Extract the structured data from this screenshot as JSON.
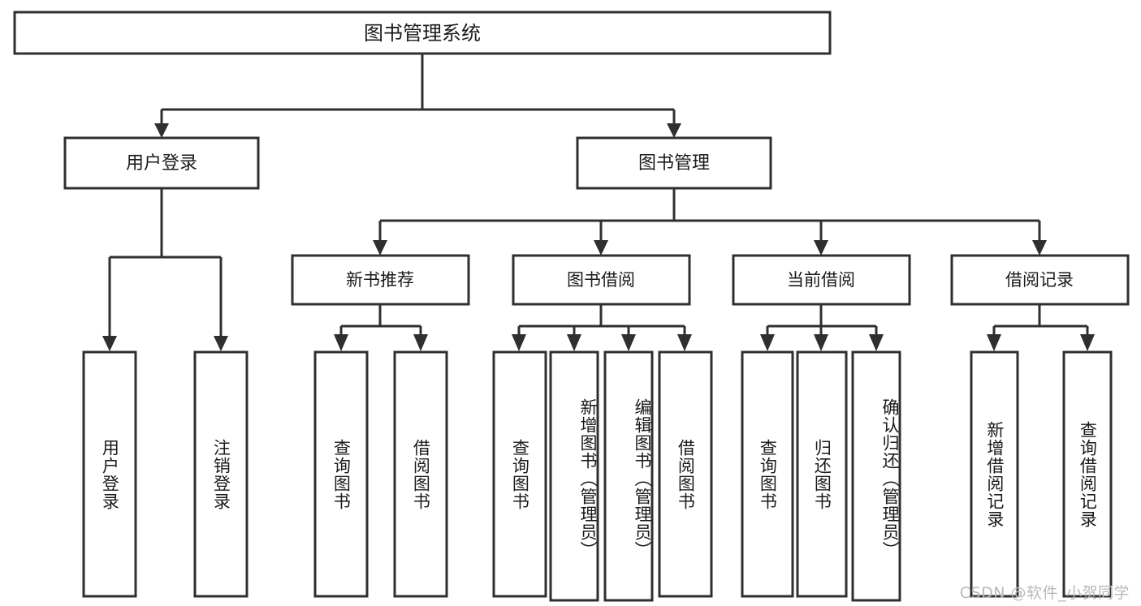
{
  "diagram": {
    "title": "图书管理系统",
    "type": "hierarchy-tree",
    "orientation": "top-down",
    "colors": {
      "box_stroke": "#2f2f2f",
      "box_fill": "#ffffff",
      "connector": "#2f2f2f",
      "text": "#1a1a1a",
      "background": "#ffffff",
      "watermark": "#b9b9b9"
    }
  },
  "root": {
    "label": "图书管理系统"
  },
  "level2": [
    {
      "label": "用户登录"
    },
    {
      "label": "图书管理"
    }
  ],
  "level3": [
    {
      "label": "新书推荐"
    },
    {
      "label": "图书借阅"
    },
    {
      "label": "当前借阅"
    },
    {
      "label": "借阅记录"
    }
  ],
  "leaves": [
    {
      "label": "用户登录",
      "parent": "用户登录"
    },
    {
      "label": "注销登录",
      "parent": "用户登录"
    },
    {
      "label": "查询图书",
      "parent": "新书推荐"
    },
    {
      "label": "借阅图书",
      "parent": "新书推荐"
    },
    {
      "label": "查询图书",
      "parent": "图书借阅"
    },
    {
      "label": "新增图书（管理员）",
      "parent": "图书借阅"
    },
    {
      "label": "编辑图书（管理员）",
      "parent": "图书借阅"
    },
    {
      "label": "借阅图书",
      "parent": "图书借阅"
    },
    {
      "label": "查询图书",
      "parent": "当前借阅"
    },
    {
      "label": "归还图书",
      "parent": "当前借阅"
    },
    {
      "label": "确认归还（管理员）",
      "parent": "当前借阅"
    },
    {
      "label": "新增借阅记录",
      "parent": "借阅记录"
    },
    {
      "label": "查询借阅记录",
      "parent": "借阅记录"
    }
  ],
  "watermark": {
    "text": "CSDN @软件_小贺同学"
  }
}
